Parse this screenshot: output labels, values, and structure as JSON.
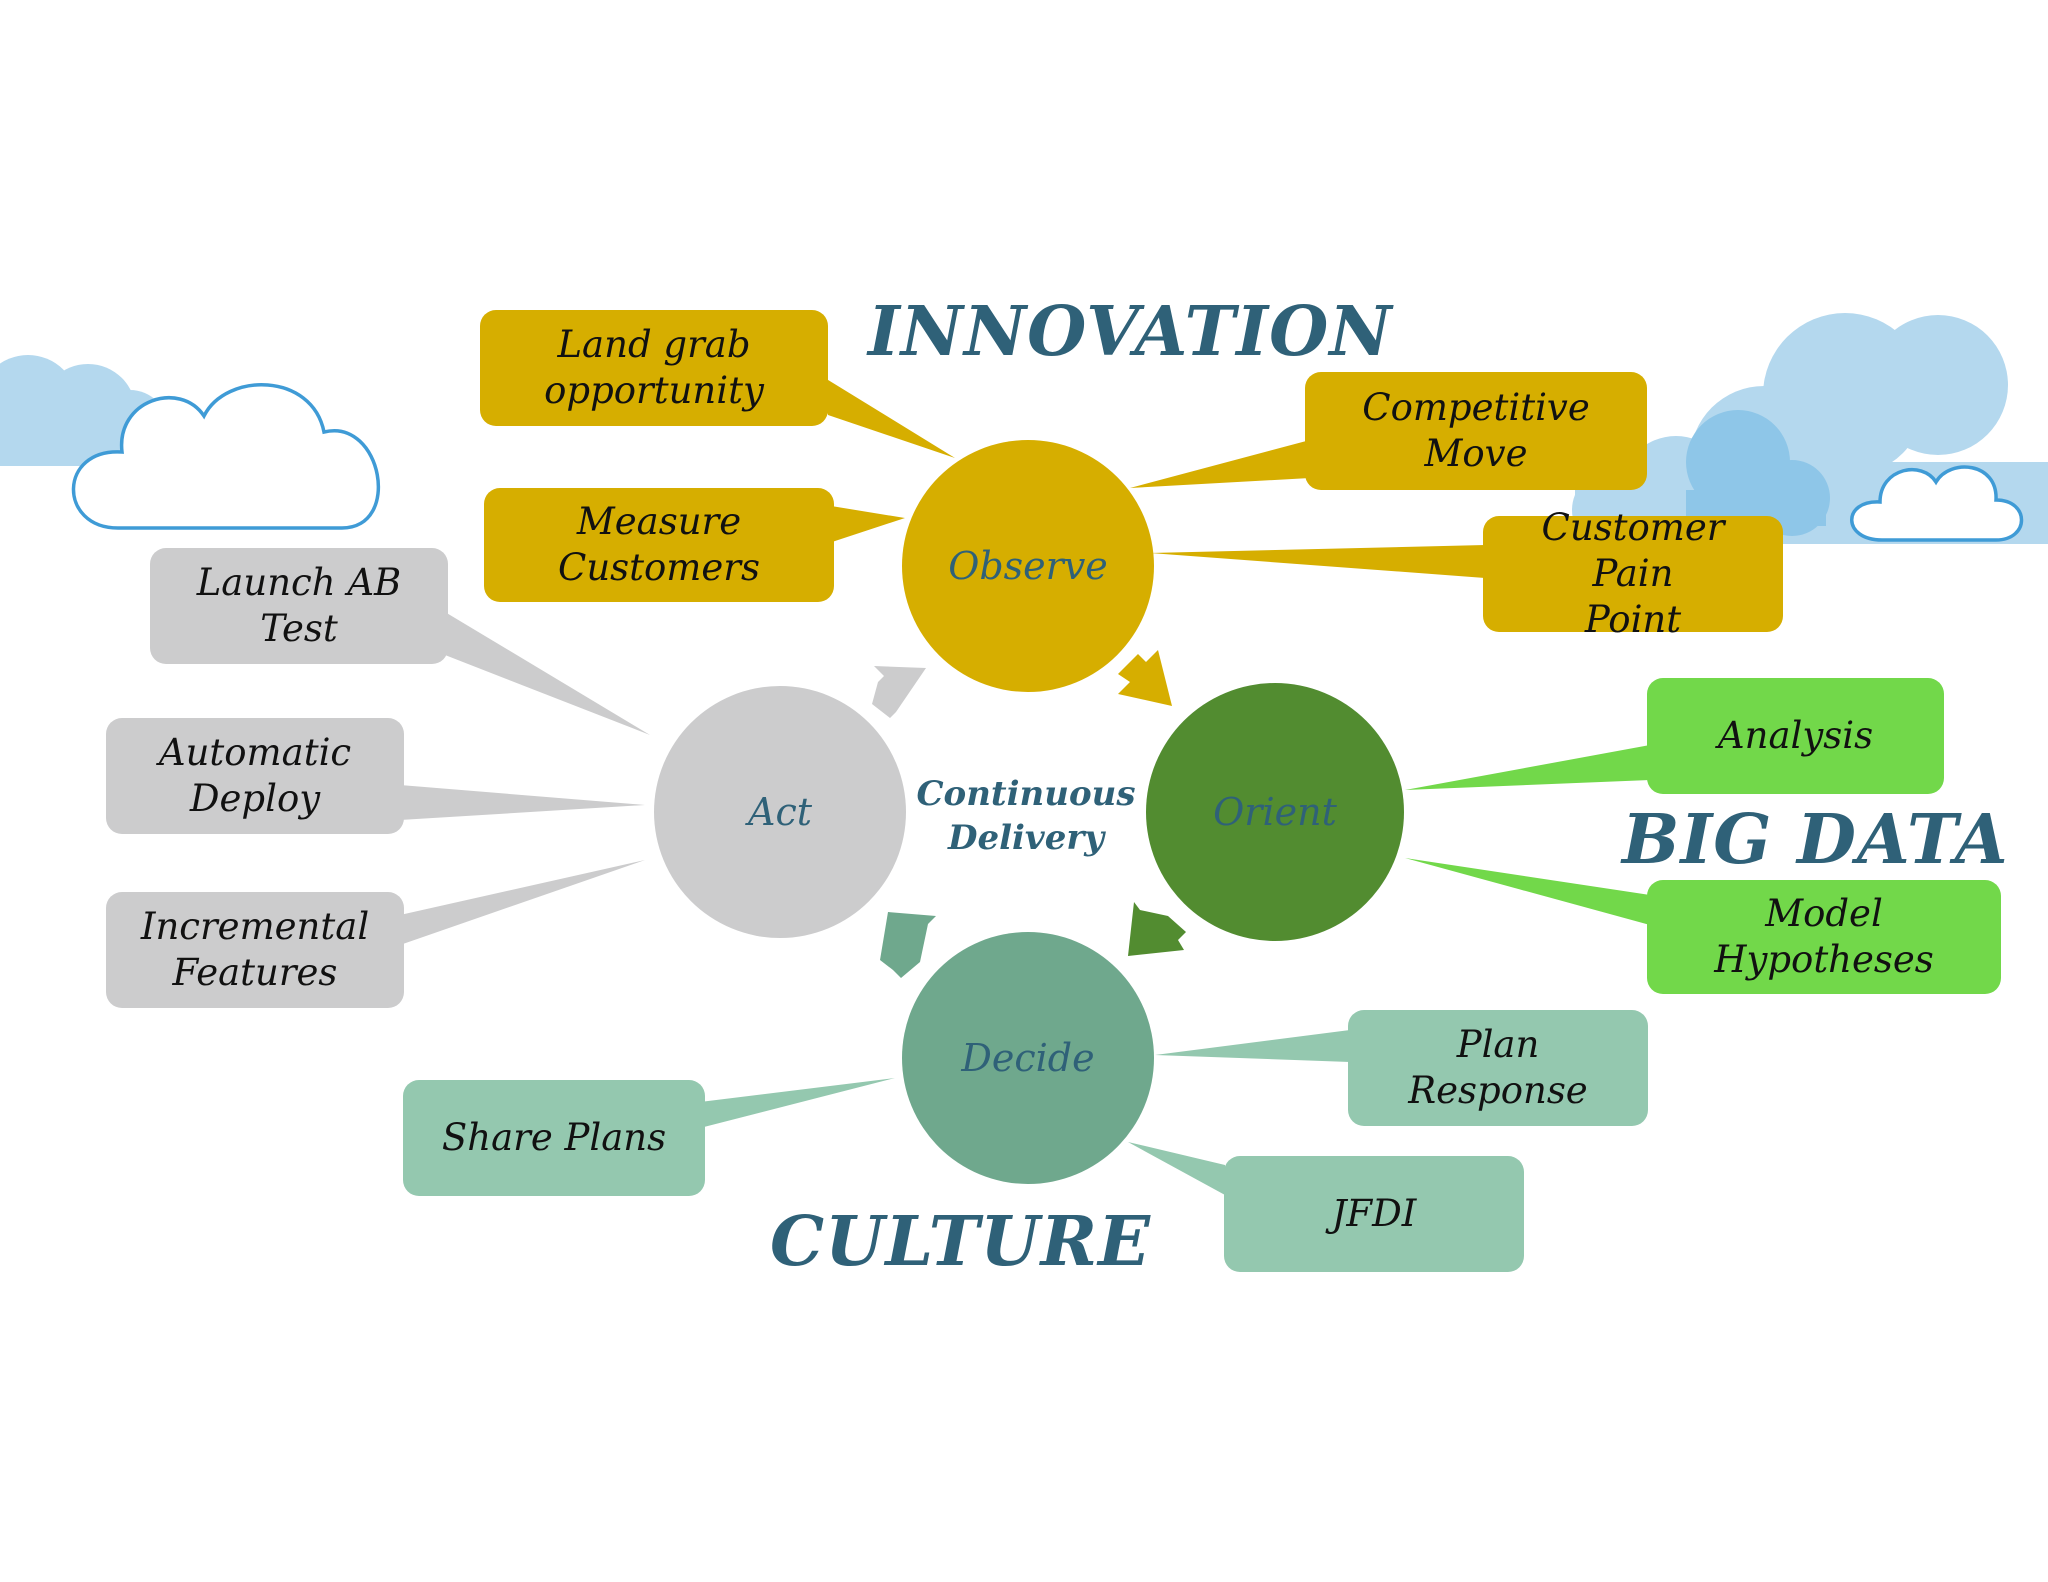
{
  "colors": {
    "observe": "#d6ae00",
    "orient": "#528c30",
    "orient_callout": "#72d84a",
    "decide": "#6fa88d",
    "decide_callout": "#94c8af",
    "act": "#cccccd",
    "heading": "#2f6178",
    "cloud_fill": "#b4d8ee",
    "cloud_outline": "#3f9bd6"
  },
  "headings": {
    "innovation": "INNOVATION",
    "big_data": "BIG DATA",
    "culture": "CULTURE"
  },
  "center": {
    "line1": "Continuous",
    "line2": "Delivery"
  },
  "nodes": {
    "observe": "Observe",
    "orient": "Orient",
    "decide": "Decide",
    "act": "Act"
  },
  "callouts": {
    "land_grab": "Land grab\nopportunity",
    "measure_customers": "Measure\nCustomers",
    "competitive_move": "Competitive\nMove",
    "customer_pain_point": "Customer Pain\nPoint",
    "analysis": "Analysis",
    "model_hypotheses": "Model\nHypotheses",
    "plan_response": "Plan Response",
    "jfdi": "JFDI",
    "share_plans": "Share Plans",
    "launch_ab_test": "Launch AB\nTest",
    "automatic_deploy": "Automatic\nDeploy",
    "incremental_features": "Incremental\nFeatures"
  },
  "icons": [
    "cloud-icon",
    "cloud-outline-icon",
    "arrow-icon"
  ]
}
